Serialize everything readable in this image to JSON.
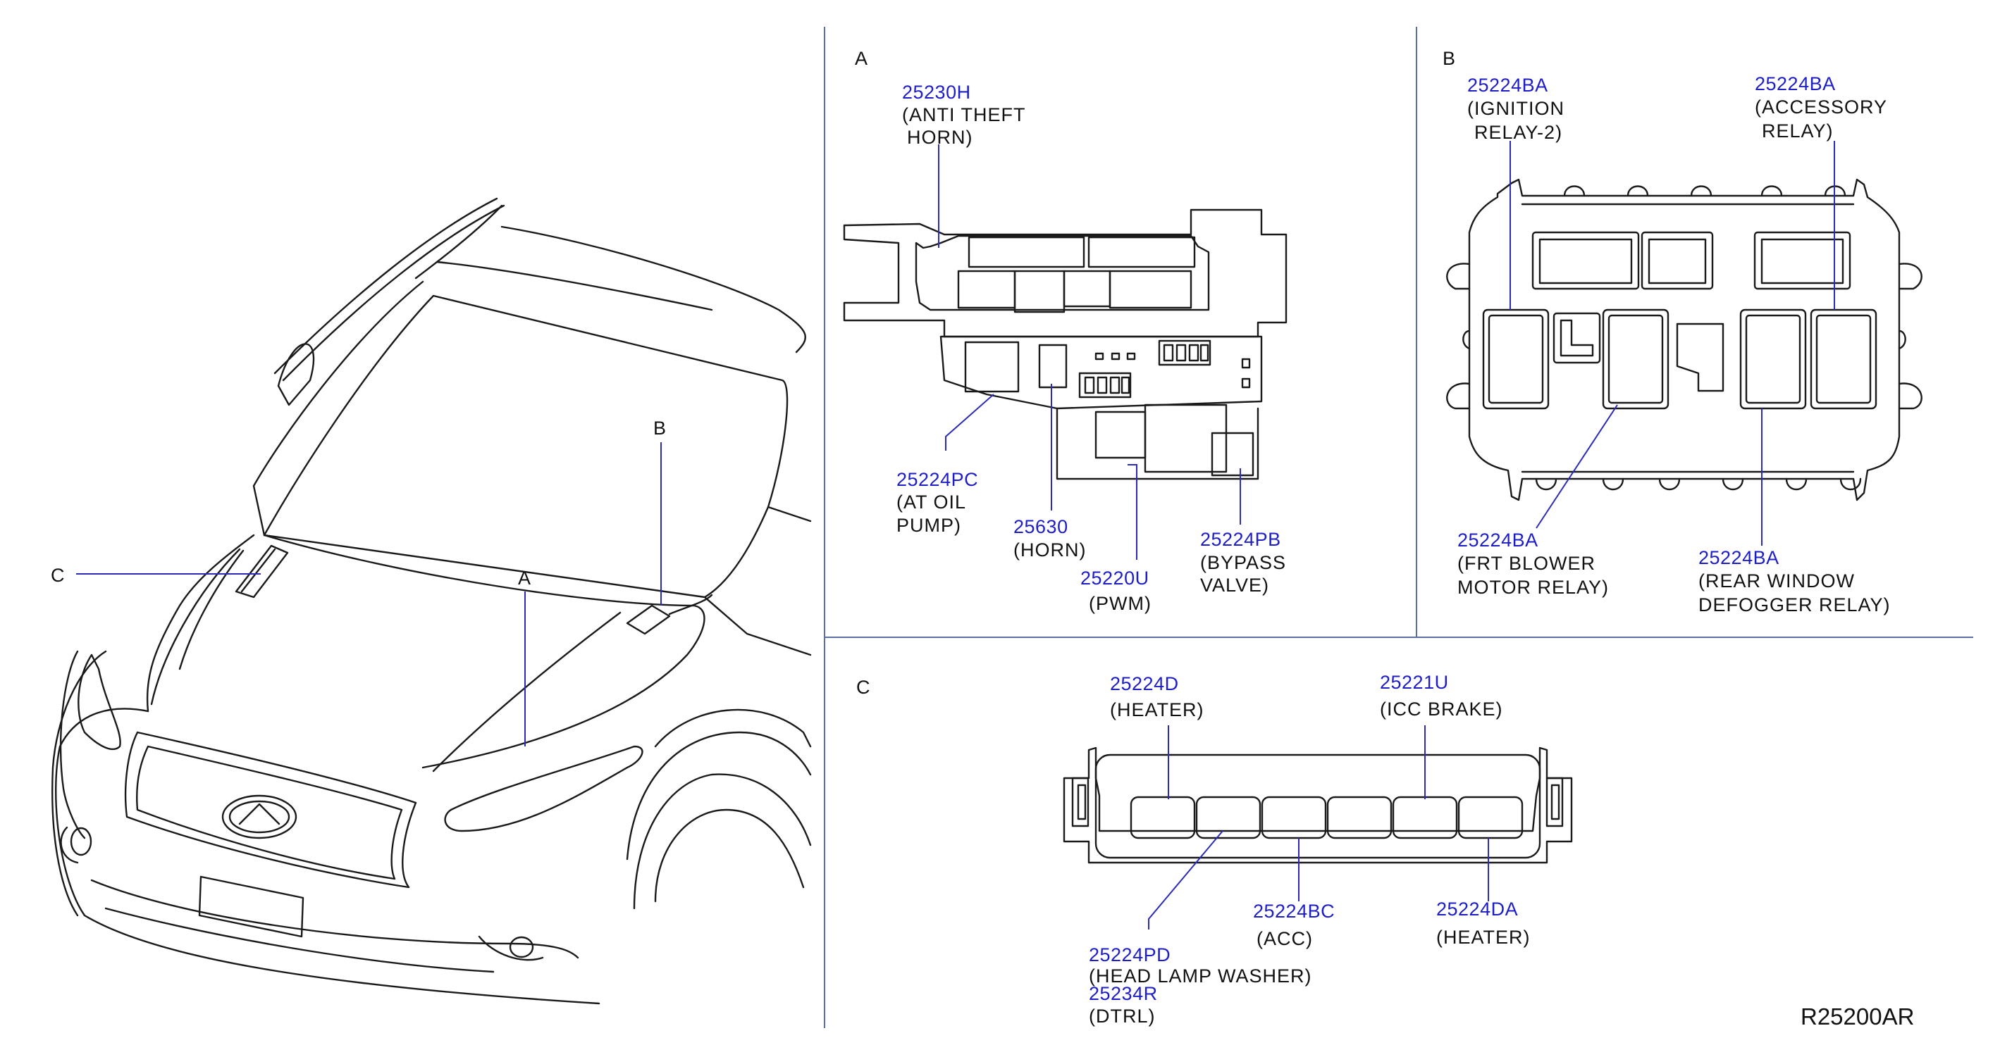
{
  "diagram": {
    "reference_code": "R25200AR",
    "overview": {
      "callouts": [
        {
          "letter": "C"
        },
        {
          "letter": "A"
        },
        {
          "letter": "B"
        }
      ]
    },
    "sections": {
      "A": {
        "label": "A",
        "parts": [
          {
            "part_number": "25230H",
            "description": [
              "(ANTI THEFT",
              "HORN)"
            ]
          },
          {
            "part_number": "25224PC",
            "description": [
              "(AT OIL",
              "PUMP)"
            ]
          },
          {
            "part_number": "25630",
            "description": [
              "(HORN)"
            ]
          },
          {
            "part_number": "25220U",
            "description": [
              "(PWM)"
            ]
          },
          {
            "part_number": "25224PB",
            "description": [
              "(BYPASS",
              "VALVE)"
            ]
          }
        ]
      },
      "B": {
        "label": "B",
        "parts": [
          {
            "part_number": "25224BA",
            "description": [
              "(IGNITION",
              "RELAY-2)"
            ]
          },
          {
            "part_number": "25224BA",
            "description": [
              "(ACCESSORY",
              "RELAY)"
            ]
          },
          {
            "part_number": "25224BA",
            "description": [
              "(FRT BLOWER",
              "MOTOR RELAY)"
            ]
          },
          {
            "part_number": "25224BA",
            "description": [
              "(REAR WINDOW",
              "DEFOGGER RELAY)"
            ]
          }
        ]
      },
      "C": {
        "label": "C",
        "parts": [
          {
            "part_number": "25224D",
            "description": [
              "(HEATER)"
            ]
          },
          {
            "part_number": "25221U",
            "description": [
              "(ICC BRAKE)"
            ]
          },
          {
            "part_number": "25224BC",
            "description": [
              "(ACC)"
            ]
          },
          {
            "part_number": "25224DA",
            "description": [
              "(HEATER)"
            ]
          },
          {
            "part_number": "25224PD",
            "description": [
              "(HEAD LAMP WASHER)"
            ]
          },
          {
            "part_number": "25234R",
            "description": [
              "(DTRL)"
            ]
          }
        ]
      }
    }
  }
}
